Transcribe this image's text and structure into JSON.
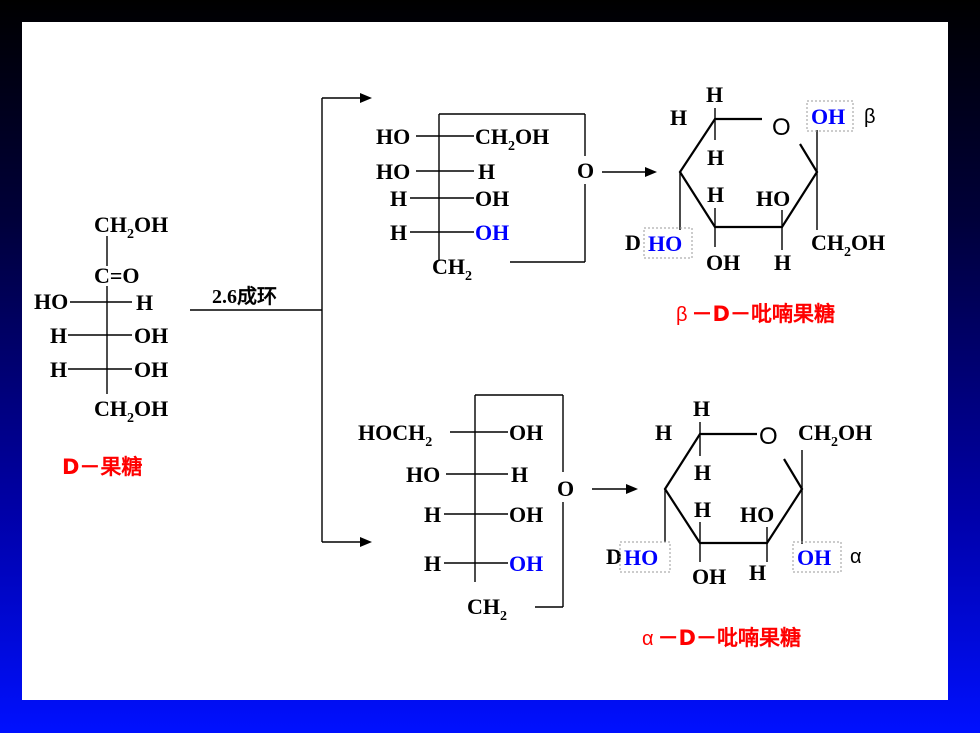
{
  "fructose": {
    "top": "CH",
    "top_sub": "2",
    "top_tail": "OH",
    "carbonyl": "C=O",
    "r1_left": "HO",
    "r1_right": "H",
    "r2_left": "H",
    "r2_right": "OH",
    "r3_left": "H",
    "r3_right": "OH",
    "bottom": "CH",
    "bottom_sub": "2",
    "bottom_tail": "OH",
    "caption": "D－果糖"
  },
  "reaction_label": "2.6成环",
  "beta_fischer": {
    "r1_left": "HO",
    "r1_right": "CH",
    "r1_sub": "2",
    "r1_tail": "OH",
    "r2_left": "HO",
    "r2_right": "H",
    "r3_left": "H",
    "r3_right": "OH",
    "r4_left": "H",
    "r4_right": "OH",
    "bottom": "CH",
    "bottom_sub": "2",
    "ring_o": "O"
  },
  "beta_haworth": {
    "h_top": "H",
    "h_left": "H",
    "ring_o": "O",
    "oh_anomeric": "OH",
    "symbol": "β",
    "h_inner": "H",
    "h_c4": "H",
    "ho_c3": "HO",
    "d_label": "D",
    "ho_c5": "HO",
    "ch2oh": "CH",
    "ch2oh_sub": "2",
    "ch2oh_tail": "OH",
    "oh_bottom": "OH",
    "h_bottom": "H",
    "caption_symbol": "β",
    "caption": "－D－吡喃果糖"
  },
  "alpha_fischer": {
    "r1_left": "HOCH",
    "r1_sub": "2",
    "r1_right": "OH",
    "r2_left": "HO",
    "r2_right": "H",
    "r3_left": "H",
    "r3_right": "OH",
    "r4_left": "H",
    "r4_right": "OH",
    "bottom": "CH",
    "bottom_sub": "2",
    "ring_o": "O"
  },
  "alpha_haworth": {
    "h_top": "H",
    "h_left": "H",
    "ring_o": "O",
    "ch2oh": "CH",
    "ch2oh_sub": "2",
    "ch2oh_tail": "OH",
    "h_inner": "H",
    "h_c4": "H",
    "ho_c3": "HO",
    "d_label": "D",
    "ho_c5": "HO",
    "oh_bottom": "OH",
    "h_bottom": "H",
    "oh_anomeric": "OH",
    "symbol": "α",
    "caption_symbol": "α",
    "caption": "－D－吡喃果糖"
  }
}
